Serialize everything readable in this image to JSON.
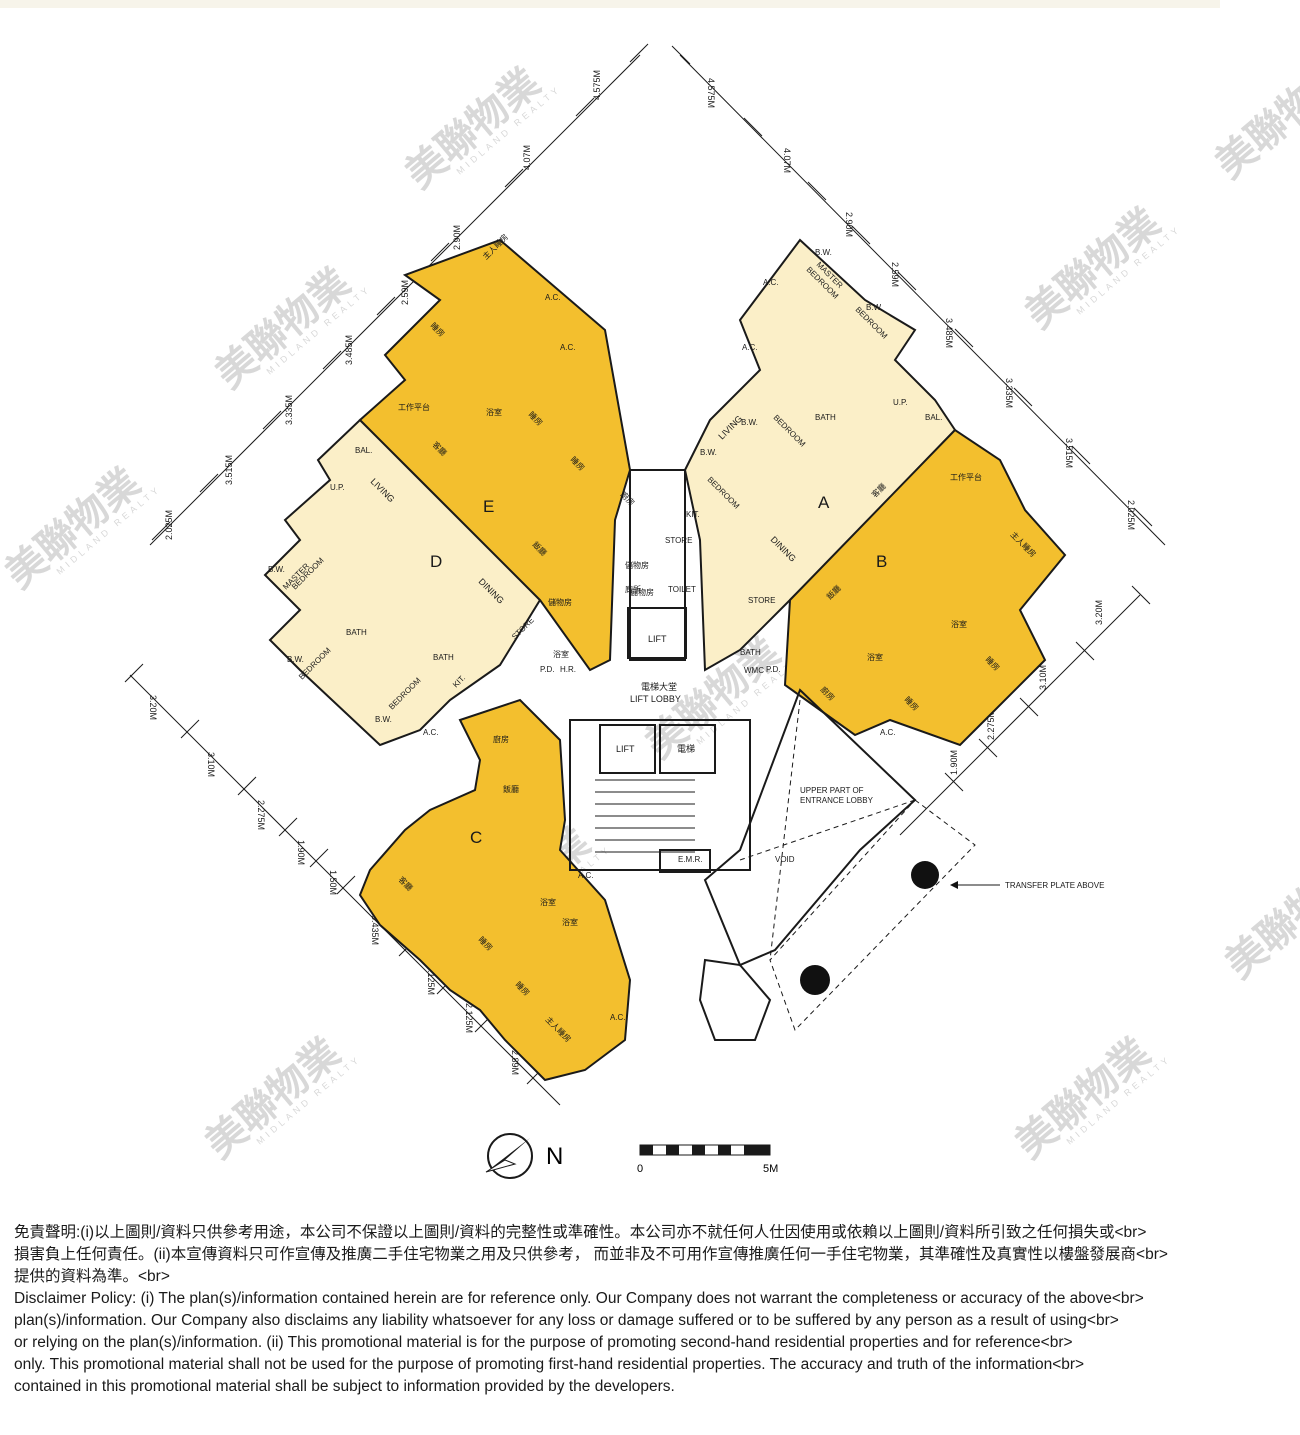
{
  "units": {
    "a": "A",
    "b": "B",
    "c": "C",
    "d": "D",
    "e": "E"
  },
  "rooms": {
    "living": "LIVING",
    "dining": "DINING",
    "master_bedroom": "MASTER BEDROOM",
    "master_line1": "MASTER",
    "master_line2": "BEDROOM",
    "bedroom": "BEDROOM",
    "bath": "BATH",
    "kit": "KIT.",
    "store": "STORE",
    "toilet": "TOILET",
    "lift": "LIFT",
    "lift_lobby_cn": "電梯大堂",
    "lift_lobby_en": "LIFT LOBBY",
    "emr": "E.M.R.",
    "void": "VOID",
    "upper_entrance": "UPPER PART OF",
    "upper_entrance_2": "ENTRANCE LOBBY",
    "transfer_plate": "TRANSFER PLATE ABOVE",
    "ac": "A.C.",
    "bw": "B.W.",
    "up": "U.P.",
    "bal": "BAL.",
    "pd": "P.D.",
    "hr": "H.R.",
    "wmc": "WMC",
    "cn_kitchen": "廚房",
    "cn_dining": "飯廳",
    "cn_living": "客廳",
    "cn_bedroom": "睡房",
    "cn_master": "主人睡房",
    "cn_bath": "浴室",
    "cn_store": "儲物房",
    "cn_toilet": "廁所",
    "cn_lift": "電梯",
    "cn_bay": "窗台",
    "cn_platform": "工作平台"
  },
  "dimensions": {
    "nw_top": [
      "4.575M",
      "4.07M",
      "2.90M",
      "2.59M",
      "3.485M",
      "3.335M",
      "3.515M",
      "2.025M"
    ],
    "ne_top": [
      "4.575M",
      "4.07M",
      "2.90M",
      "2.59M",
      "3.485M",
      "3.335M",
      "3.515M",
      "2.025M"
    ],
    "se_right": [
      "3.20M",
      "3.10M",
      "2.275M",
      "1.90M"
    ],
    "sw_left": [
      "3.20M",
      "3.10M",
      "2.275M",
      "1.90M",
      "1.50M",
      "3.435M",
      "2.125M",
      "2.125M",
      "2.89M"
    ]
  },
  "north": "N",
  "scale": {
    "start": "0",
    "end": "5M"
  },
  "watermark": {
    "cn": "美聯物業",
    "en": "MIDLAND REALTY"
  },
  "disclaimer": {
    "cn_1": "免責聲明:(i)以上圖則/資料只供參考用途，本公司不保證以上圖則/資料的完整性或準確性。本公司亦不就任何人仕因使用或依賴以上圖則/資料所引致之任何損失或<br>",
    "cn_2": "損害負上任何責任。(ii)本宣傳資料只可作宣傳及推廣二手住宅物業之用及只供參考， 而並非及不可用作宣傳推廣任何一手住宅物業，其準確性及真實性以樓盤發展商<br>",
    "cn_3": "提供的資料為準。<br>",
    "en_1": "Disclaimer Policy: (i) The plan(s)/information contained herein are for reference only. Our Company does not warrant the completeness or accuracy of the above<br>",
    "en_2": "plan(s)/information. Our Company also disclaims any liability whatsoever for any loss or damage suffered or to be suffered by any person as a result of using<br>",
    "en_3": "or relying on the plan(s)/information. (ii) This promotional material is for the purpose of promoting second-hand residential properties and for reference<br>",
    "en_4": "only. This promotional material shall not be used for the purpose of promoting first-hand residential properties. The accuracy and truth of the information<br>",
    "en_5": "contained in this promotional material shall be subject to information provided by the developers."
  },
  "colors": {
    "dark_yellow": "#f3bf2e",
    "light_yellow": "#fbefc8",
    "watermark": "#d8d8d8"
  }
}
